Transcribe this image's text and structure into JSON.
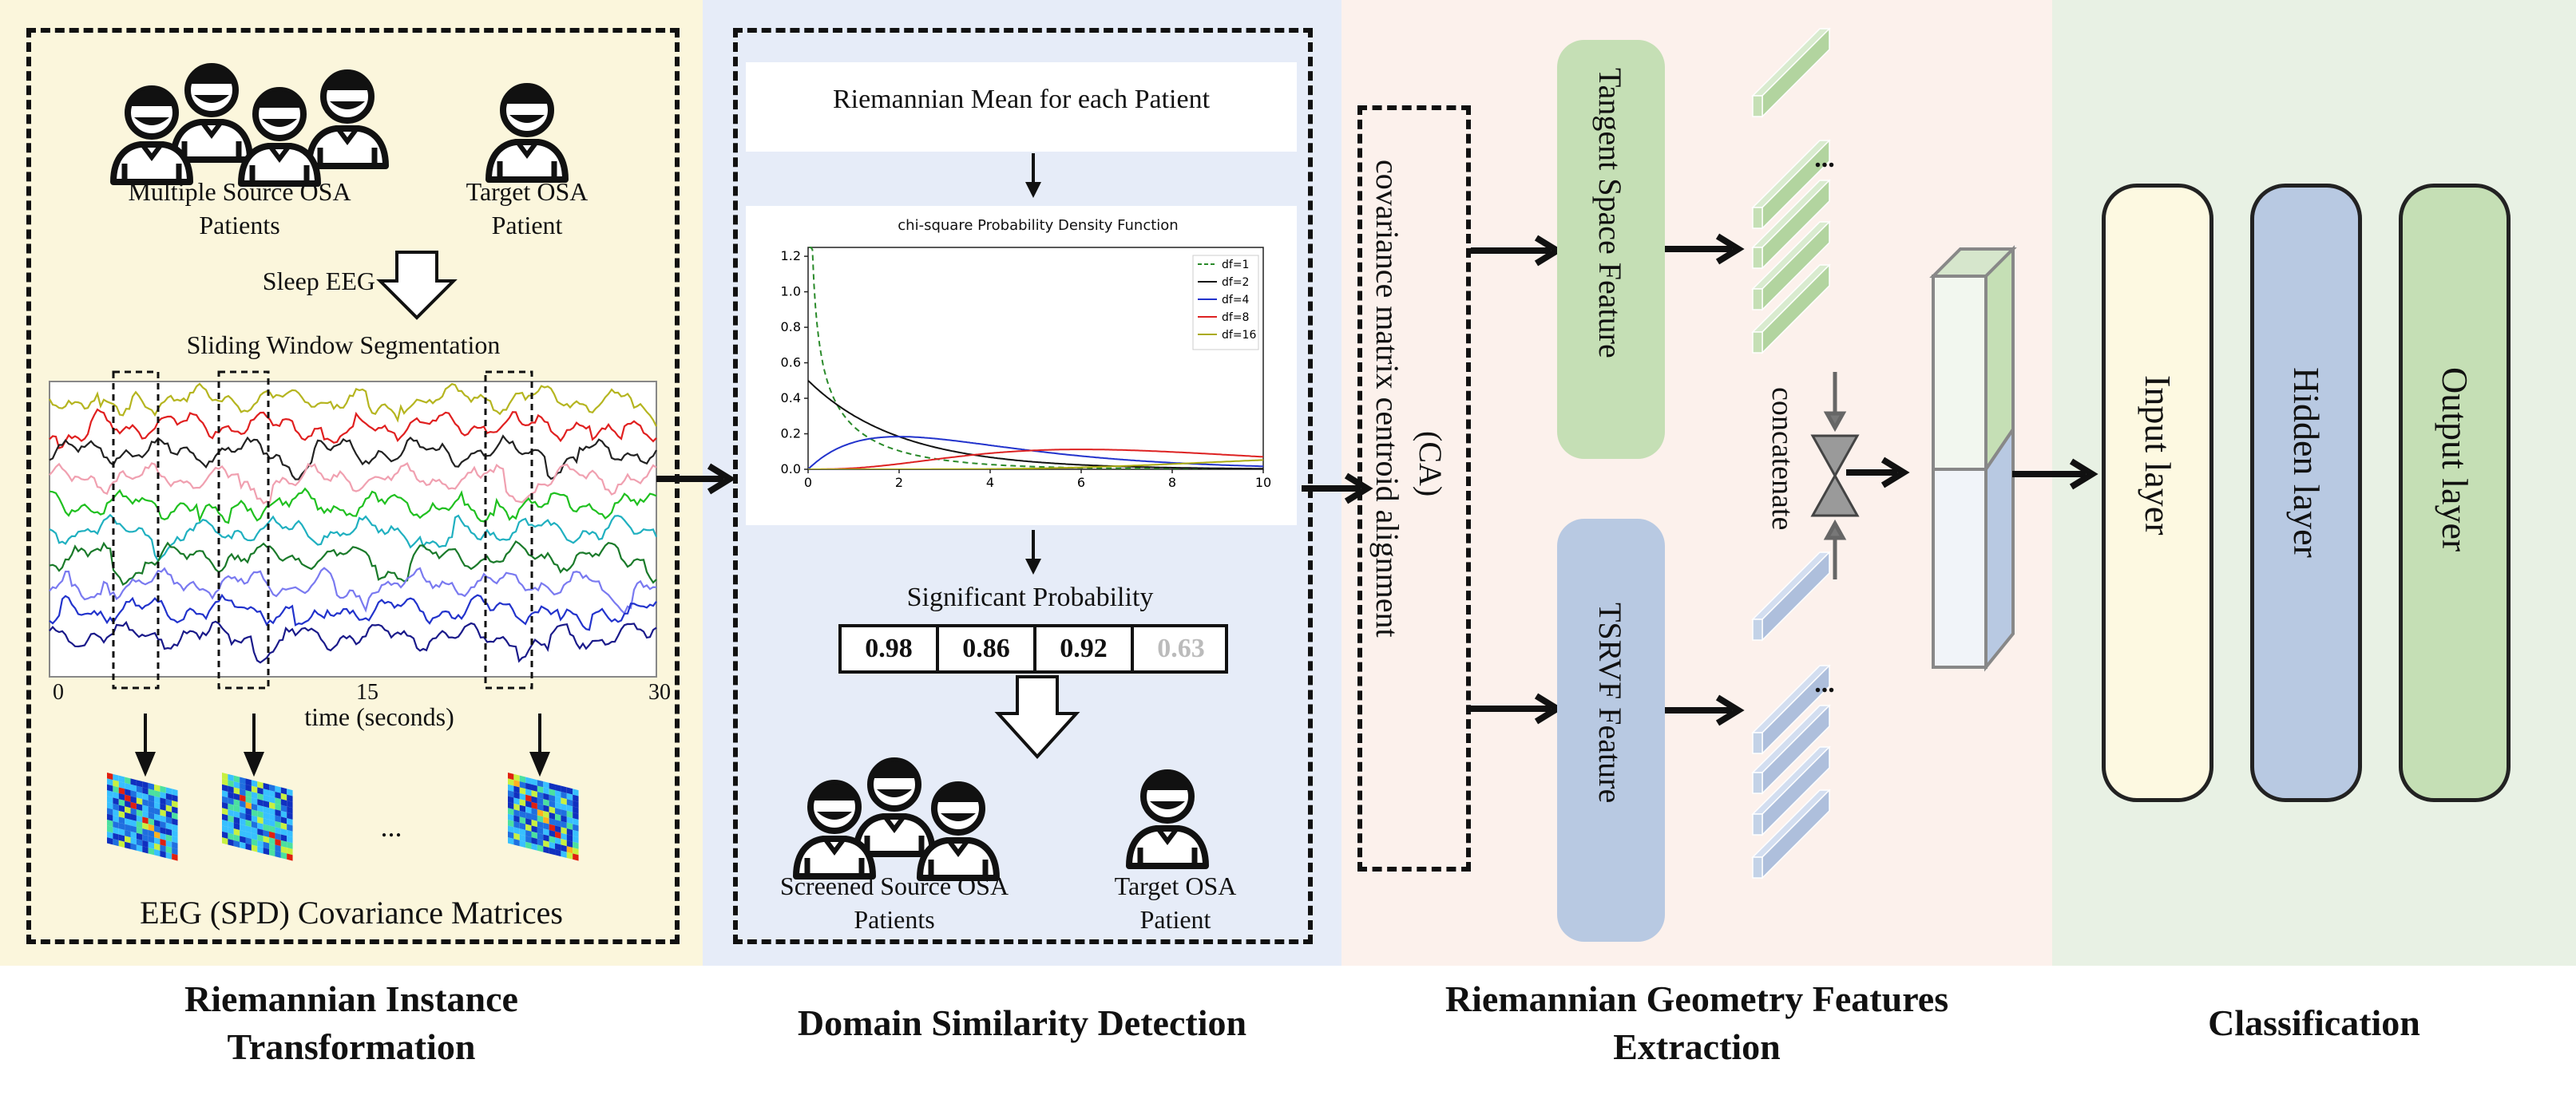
{
  "colors": {
    "panel1": "#fbf6dc",
    "panel2": "#e6ecf8",
    "panel3": "#fcf1ec",
    "panel4": "#e8f1e4",
    "green": "#c5dfb5",
    "blue": "#b8c9e2",
    "yellow": "#fdf9e1"
  },
  "panel1": {
    "multi_source_l1": "Multiple Source OSA",
    "multi_source_l2": "Patients",
    "target_l1": "Target OSA",
    "target_l2": "Patient",
    "sleep_eeg": "Sleep EEG",
    "sliding": "Sliding Window Segmentation",
    "tick0": "0",
    "tick15": "15",
    "tick30": "30",
    "xlabel": "time (seconds)",
    "ellipsis": "...",
    "cov_label": "EEG (SPD) Covariance Matrices",
    "footer_l1": "Riemannian Instance",
    "footer_l2": "Transformation"
  },
  "panel2": {
    "riemannian_mean": "Riemannian Mean for each Patient",
    "significant": "Significant Probability",
    "probs": [
      "0.98",
      "0.86",
      "0.92",
      "0.63"
    ],
    "screened_l1": "Screened Source OSA",
    "screened_l2": "Patients",
    "target_l1": "Target OSA",
    "target_l2": "Patient",
    "footer": "Domain Similarity Detection"
  },
  "chart_data": {
    "type": "line",
    "title": "chi-square Probability Density Function",
    "xlim": [
      0,
      10
    ],
    "ylim": [
      0,
      1.25
    ],
    "xticks": [
      "0",
      "2",
      "4",
      "6",
      "8",
      "10"
    ],
    "yticks": [
      "0.0",
      "0.2",
      "0.4",
      "0.6",
      "0.8",
      "1.0",
      "1.2"
    ],
    "legend_position": "top-right",
    "series": [
      {
        "name": "df=1",
        "color": "#2a8a2a",
        "dash": true,
        "df": 1
      },
      {
        "name": "df=2",
        "color": "#111111",
        "dash": false,
        "df": 2
      },
      {
        "name": "df=4",
        "color": "#2233cc",
        "dash": false,
        "df": 4
      },
      {
        "name": "df=8",
        "color": "#dd2222",
        "dash": false,
        "df": 8
      },
      {
        "name": "df=16",
        "color": "#aaaa11",
        "dash": false,
        "df": 16
      }
    ]
  },
  "panel3": {
    "ca_l1": "(CA)",
    "ca_l2": "covariance matrix centroid alignment",
    "tangent": "Tangent Space Feature",
    "tsrvf": "TSRVF Feature",
    "concatenate": "concatenate",
    "ellipsis": "...",
    "footer_l1": "Riemannian Geometry Features",
    "footer_l2": "Extraction"
  },
  "panel4": {
    "input": "Input layer",
    "hidden": "Hidden layer",
    "output": "Output layer",
    "footer": "Classification"
  }
}
